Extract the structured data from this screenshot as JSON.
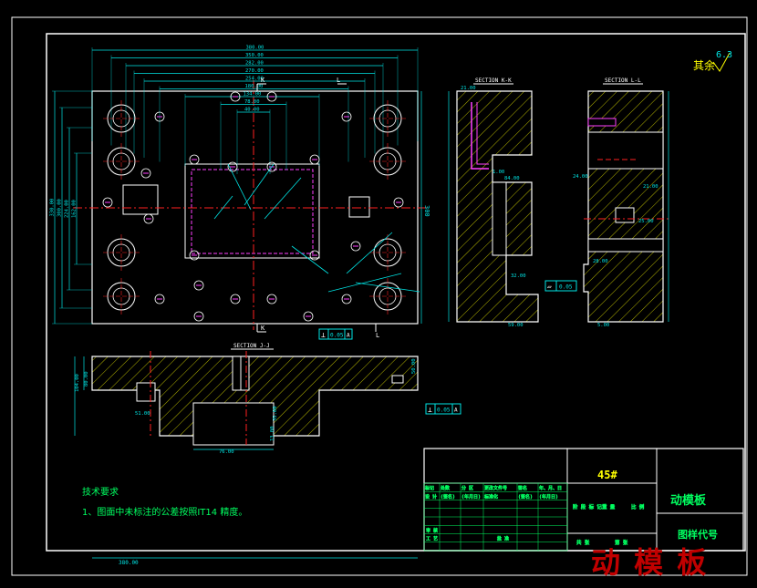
{
  "colors": {
    "background": "#000000",
    "outline": "#ffffff",
    "dimension": "#00e5e5",
    "hatch": "#c8c800",
    "center": "#ff2020",
    "hidden": "#ff40ff",
    "title_text": "#ffff00",
    "table_green": "#00ff60",
    "watermark": "#c00000"
  },
  "roughness": {
    "label": "其余",
    "value": "6.3"
  },
  "sections": {
    "kk": "SECTION K-K",
    "ll": "SECTION L-L",
    "jj": "SECTION J-J"
  },
  "markers": {
    "k": "K",
    "l": "L"
  },
  "dimensions": {
    "top": [
      "380.00",
      "350.00",
      "282.00",
      "270.00",
      "254.00",
      "180.00",
      "134.00",
      "78.00",
      "40.00"
    ],
    "left": [
      "330.00",
      "300.00",
      "224.00",
      "162.00"
    ],
    "right": "300",
    "jj": [
      "51.00",
      "76.00",
      "13.00",
      "35.00",
      "50.00",
      "104.00",
      "80.00"
    ],
    "bottom_ruler": "380.00",
    "kk": [
      "21.00",
      "1.00",
      "84.00",
      "32.00",
      "59.00"
    ],
    "ll": [
      "24.00",
      "21.00",
      "25.00",
      "28.00",
      "5.00"
    ]
  },
  "tolerances": {
    "main": {
      "symbol": "⊥",
      "value": "0.05",
      "datum": "A"
    },
    "jj": {
      "symbol": "⊥",
      "value": "0.05",
      "datum": "A"
    },
    "kk": {
      "symbol": "▱",
      "value": "0.05"
    }
  },
  "tech_requirements": {
    "title": "技术要求",
    "item": "1、图面中未标注的公差按照IT14 精度。"
  },
  "title_block": {
    "material": "45#",
    "part_name": "动模板",
    "drawing_code_label": "图样代号",
    "header_row": [
      "标记",
      "处数",
      "分 区",
      "更改文件号",
      "签名",
      "年、月、日"
    ],
    "design_row": [
      "设 计",
      "(签名)",
      "(年月日)",
      "标准化",
      "(签名)",
      "(年月日)"
    ],
    "stage_row": [
      "阶 段 标 记",
      "重 量",
      "比 例"
    ],
    "review_label": "审 核",
    "process_label": "工 艺",
    "approve_label": "批 准",
    "sheet_row": [
      "共 张",
      "第 张"
    ]
  },
  "watermark": "动 模 板"
}
